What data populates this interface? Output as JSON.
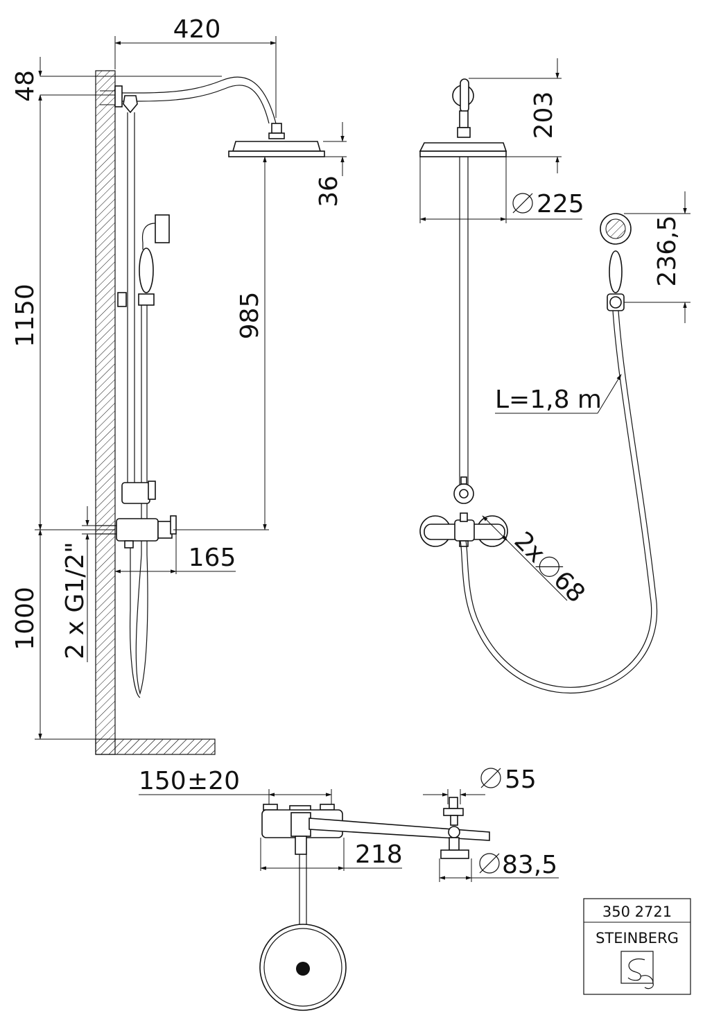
{
  "dimensions": {
    "width_420": "420",
    "d48": "48",
    "h1150": "1150",
    "h1000": "1000",
    "head_36": "36",
    "h985": "985",
    "d165": "165",
    "conn": "2 x G1/2\"",
    "h203": "203",
    "dia225": "225",
    "h236_5": "236,5",
    "hose_len": "L=1,8 m",
    "dia68": "68",
    "dia68_prefix": "2x",
    "spacing": "150",
    "spacing_tol": "±20",
    "dia55": "55",
    "w218": "218",
    "dia83_5": "83,5"
  },
  "title_block": {
    "article_number": "350 2721",
    "brand": "STEINBERG"
  },
  "colors": {
    "ink": "#111111",
    "background": "#ffffff"
  }
}
